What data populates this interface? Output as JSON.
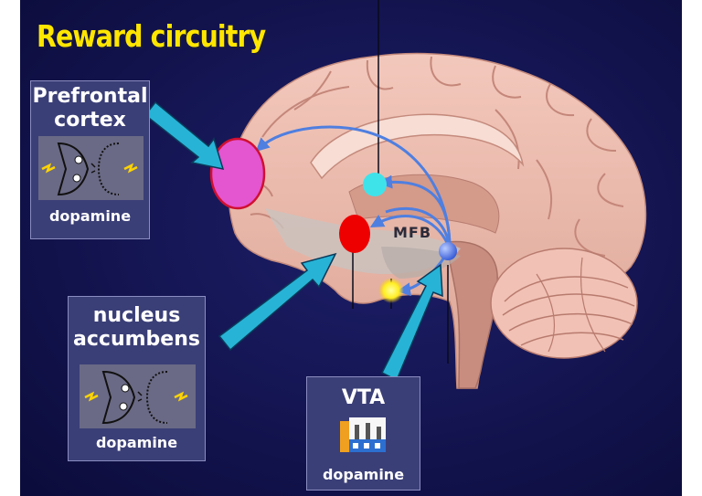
{
  "title": "Reward circuitry",
  "regions": {
    "prefrontal": {
      "label_line1": "Prefrontal",
      "label_line2": "cortex",
      "transmitter": "dopamine"
    },
    "accumbens": {
      "label_line1": "nucleus",
      "label_line2": "accumbens",
      "transmitter": "dopamine"
    },
    "vta": {
      "label": "VTA",
      "transmitter": "dopamine"
    }
  },
  "pathway_label": "MFB",
  "colors": {
    "background": "#14144f",
    "title": "#ffe600",
    "box": "#3b3f77",
    "arrow": "#27b3d6",
    "prefrontal_node": "#e455d0",
    "accumbens_node": "#ee0000",
    "cyan_node": "#3ee3ea",
    "vta_node": "#4d78e6",
    "yellow_node": "#ffee22",
    "brain": "#ebb9ae"
  },
  "icons": [
    "synapse-icon",
    "factory-icon",
    "lightning-icon"
  ]
}
